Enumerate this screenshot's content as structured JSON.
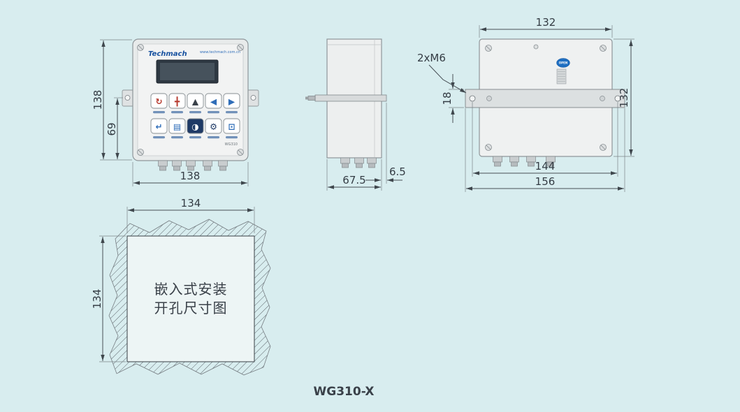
{
  "drawing": {
    "title": "WG310-X"
  },
  "front": {
    "brand": "Techmach",
    "tagline": "www.techmach.com.cn",
    "model": "WG310",
    "dim_height": "138",
    "dim_hole_offset": "69",
    "dim_width": "138",
    "keypad_row1": [
      {
        "glyph": "↻",
        "color": "#b5372b",
        "fill": "#ffffff"
      },
      {
        "glyph": "╋",
        "color": "#b5372b",
        "fill": "#ffffff"
      },
      {
        "glyph": "▲",
        "color": "#3a4149",
        "fill": "#ffffff"
      },
      {
        "glyph": "◀",
        "color": "#2f6db8",
        "fill": "#ffffff"
      },
      {
        "glyph": "▶",
        "color": "#2f6db8",
        "fill": "#ffffff"
      }
    ],
    "keypad_row2": [
      {
        "glyph": "↵",
        "color": "#2f6db8",
        "fill": "#ffffff"
      },
      {
        "glyph": "▤",
        "color": "#2f6db8",
        "fill": "#ffffff"
      },
      {
        "glyph": "◑",
        "color": "#ffffff",
        "fill": "#1f3a66"
      },
      {
        "glyph": "⚙",
        "color": "#1f3a66",
        "fill": "#ffffff"
      },
      {
        "glyph": "⊡",
        "color": "#2f6db8",
        "fill": "#ffffff"
      }
    ]
  },
  "side": {
    "dim_depth": "67.5",
    "dim_flange": "6.5"
  },
  "back": {
    "dim_width_top": "132",
    "dim_height": "132",
    "dim_bracket_h": "18",
    "dim_holes": "144",
    "dim_bracket_w": "156",
    "callout": "2xM6",
    "sticker": "OPEN"
  },
  "cutout": {
    "dim_width": "134",
    "dim_height": "134",
    "caption_line1": "嵌入式安装",
    "caption_line2": "开孔尺寸图"
  }
}
